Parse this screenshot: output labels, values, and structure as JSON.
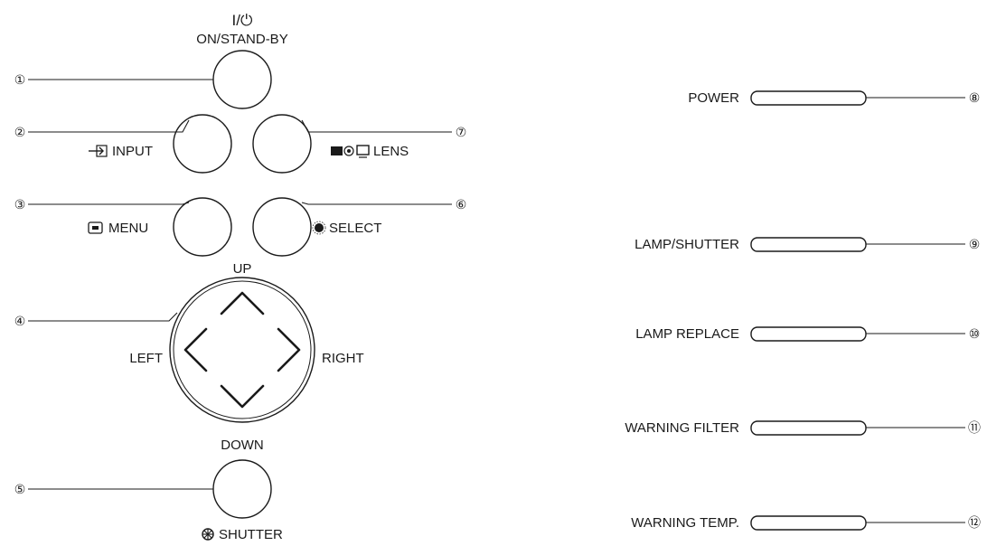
{
  "control_panel": {
    "power_symbol": "I/⏻",
    "on_standby_label": "ON/STAND-BY",
    "input_label": "INPUT",
    "menu_label": "MENU",
    "lens_label": "LENS",
    "select_label": "SELECT",
    "up_label": "UP",
    "down_label": "DOWN",
    "left_label": "LEFT",
    "right_label": "RIGHT",
    "shutter_label": "SHUTTER"
  },
  "indicators": {
    "power_label": "POWER",
    "lamp_shutter_label": "LAMP/SHUTTER",
    "lamp_replace_label": "LAMP REPLACE",
    "warning_filter_label": "WARNING FILTER",
    "warning_temp_label": "WARNING TEMP."
  },
  "callouts": {
    "c1": "①",
    "c2": "②",
    "c3": "③",
    "c4": "④",
    "c5": "⑤",
    "c6": "⑥",
    "c7": "⑦",
    "c8": "⑧",
    "c9": "⑨",
    "c10": "⑩",
    "c11": "⑪",
    "c12": "⑫"
  },
  "icons": {
    "input": "input-arrow-icon",
    "menu": "menu-icon",
    "lens": "lens-icons",
    "select": "select-dot-icon",
    "shutter": "shutter-icon",
    "power": "power-icon"
  }
}
